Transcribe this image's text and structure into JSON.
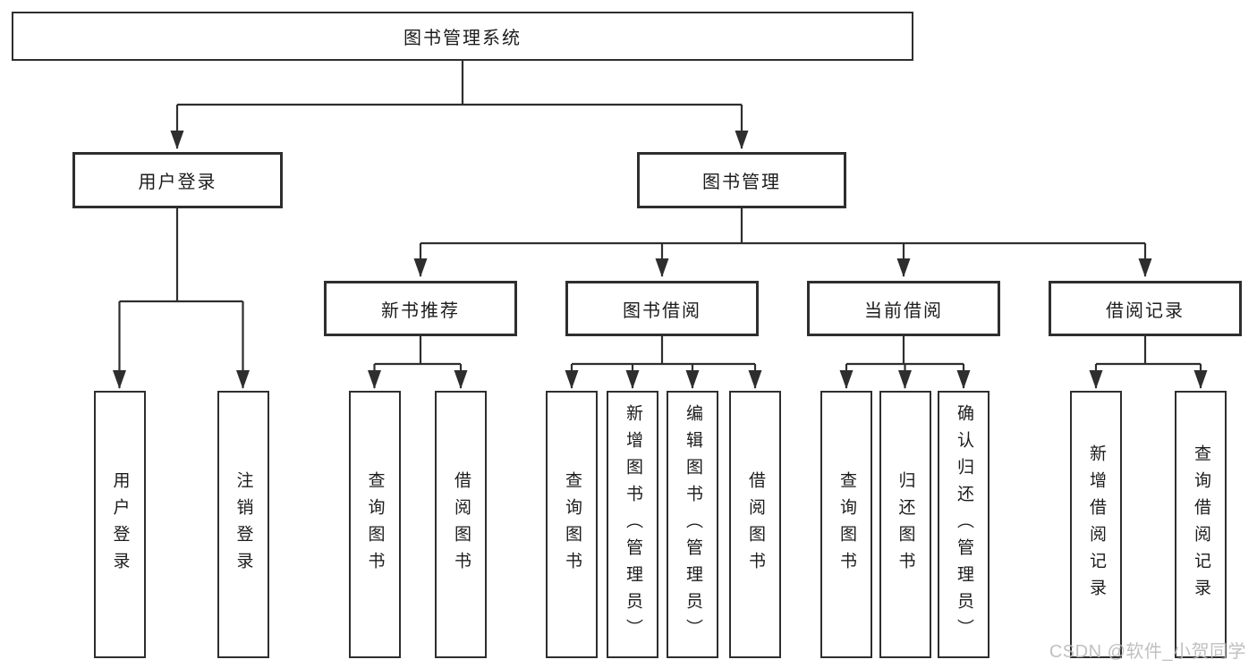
{
  "diagram": {
    "type": "hierarchy-tree",
    "root": {
      "label": "图书管理系统"
    },
    "branches": {
      "user_login": {
        "label": "用户登录",
        "children": [
          {
            "label": "用户登录"
          },
          {
            "label": "注销登录"
          }
        ]
      },
      "book_mgmt": {
        "label": "图书管理",
        "groups": [
          {
            "label": "新书推荐",
            "children": [
              {
                "label": "查询图书"
              },
              {
                "label": "借阅图书"
              }
            ]
          },
          {
            "label": "图书借阅",
            "children": [
              {
                "label": "查询图书"
              },
              {
                "label": "新增图书（管理员）"
              },
              {
                "label": "编辑图书（管理员）"
              },
              {
                "label": "借阅图书"
              }
            ]
          },
          {
            "label": "当前借阅",
            "children": [
              {
                "label": "查询图书"
              },
              {
                "label": "归还图书"
              },
              {
                "label": "确认归还（管理员）"
              }
            ]
          },
          {
            "label": "借阅记录",
            "children": [
              {
                "label": "新增借阅记录"
              },
              {
                "label": "查询借阅记录"
              }
            ]
          }
        ]
      }
    },
    "colors": {
      "line": "#2e2e2e",
      "text": "#1c1c1c",
      "box_background": "#ffffff",
      "page_background": "#ffffff",
      "watermark": "#b9b9b9"
    }
  },
  "watermark": {
    "text": "CSDN @软件_小贺同学"
  }
}
